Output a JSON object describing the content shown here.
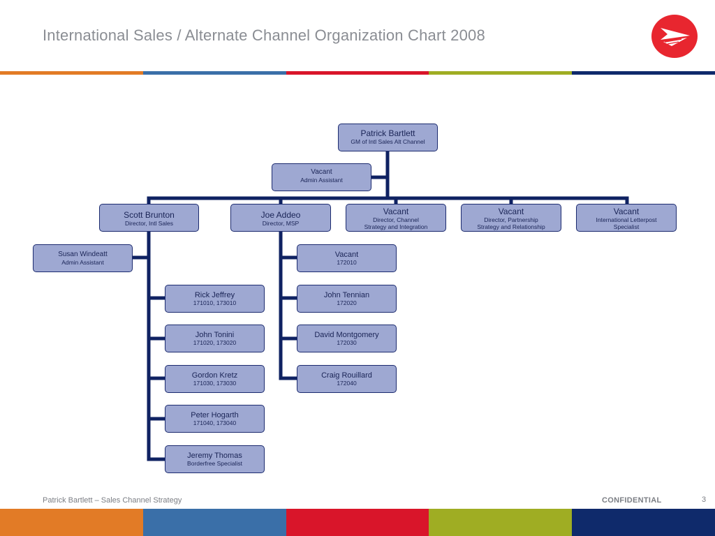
{
  "header": {
    "title": "International Sales / Alternate Channel Organization Chart 2008",
    "logo_icon": "canada-post-logo-icon"
  },
  "colors": {
    "orange": "#e27b26",
    "blue": "#3a6fa8",
    "red": "#d9152a",
    "green": "#9fad23",
    "navy": "#0f2a6b",
    "box_fill": "#9ea8d2",
    "connector": "#0f2262"
  },
  "org": {
    "gm": {
      "name": "Patrick Bartlett",
      "role": "GM of Intl Sales Alt Channel"
    },
    "gm_assistant": {
      "name": "Vacant",
      "role": "Admin Assistant"
    },
    "directors": [
      {
        "name": "Scott Brunton",
        "role": "Director, Intl Sales"
      },
      {
        "name": "Joe Addeo",
        "role": "Director, MSP"
      },
      {
        "name": "Vacant",
        "role": "Director, Channel\nStrategy and Integration"
      },
      {
        "name": "Vacant",
        "role": "Director, Partnership\nStrategy and Relationship"
      },
      {
        "name": "Vacant",
        "role": "International Letterpost\nSpecialist"
      }
    ],
    "scott_assistant": {
      "name": "Susan Windeatt",
      "role": "Admin Assistant"
    },
    "scott_reports": [
      {
        "name": "Rick Jeffrey",
        "role": "171010, 173010"
      },
      {
        "name": "John Tonini",
        "role": "171020, 173020"
      },
      {
        "name": "Gordon Kretz",
        "role": "171030, 173030"
      },
      {
        "name": "Peter Hogarth",
        "role": "171040, 173040"
      },
      {
        "name": "Jeremy Thomas",
        "role": "Borderfree Specialist"
      }
    ],
    "joe_reports": [
      {
        "name": "Vacant",
        "role": "172010"
      },
      {
        "name": "John Tennian",
        "role": "172020"
      },
      {
        "name": "David Montgomery",
        "role": "172030"
      },
      {
        "name": "Craig Rouillard",
        "role": "172040"
      }
    ]
  },
  "footer": {
    "left_text": "Patrick Bartlett –  Sales  Channel Strategy",
    "confidential": "CONFIDENTIAL",
    "page_number": "3"
  }
}
